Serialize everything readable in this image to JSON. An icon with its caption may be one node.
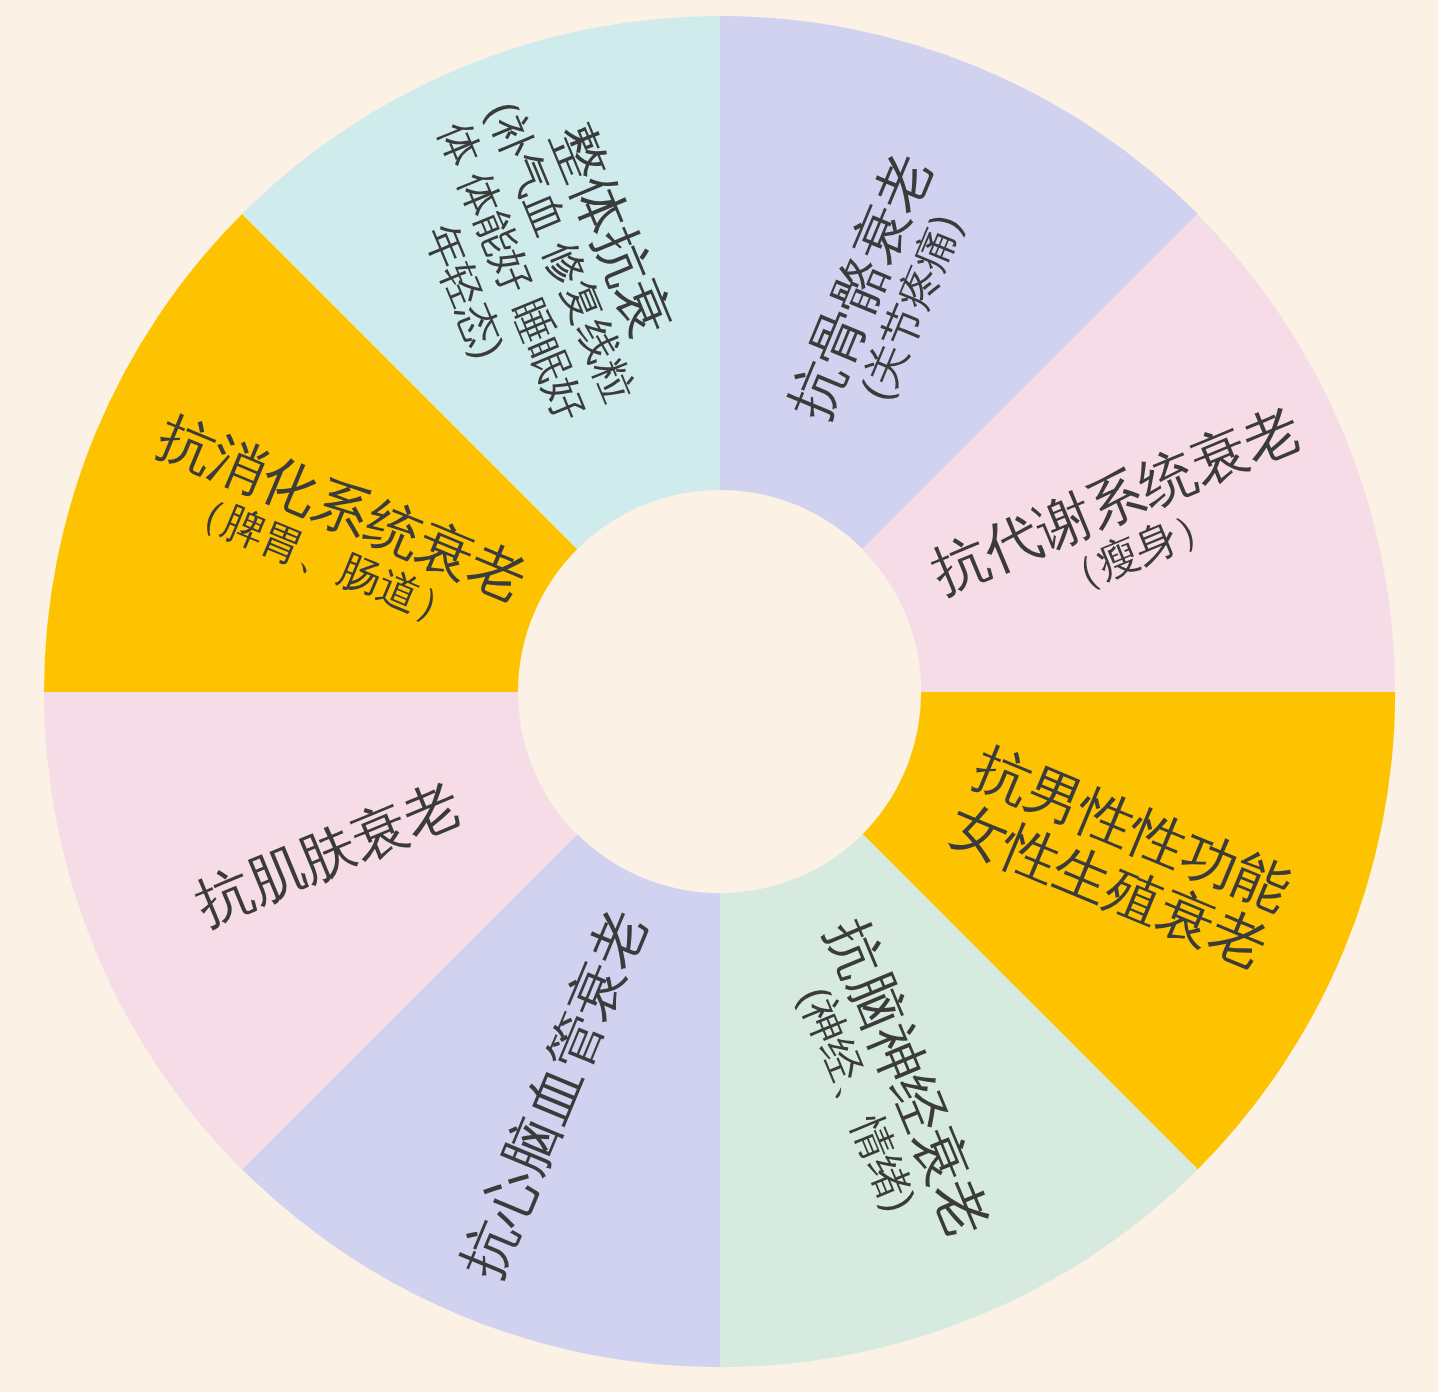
{
  "diagram": {
    "nodes": [
      {
        "text": [
          "整体抗衰",
          "(补气血 修复线粒体 体能好 睡眠好年轻态)"
        ]
      },
      {
        "text": [
          "抗骨骼衰老",
          "(关节疼痛)"
        ]
      },
      {
        "text": [
          "抗代谢系统衰老",
          "（瘦身）"
        ]
      },
      {
        "text": [
          "抗男性性功能女性生殖衰老"
        ]
      },
      {
        "text": [
          "抗脑神经衰老",
          "(神经、情绪)"
        ]
      },
      {
        "text": [
          "抗心脑血管衰老"
        ]
      },
      {
        "text": [
          "抗肌肤衰老"
        ]
      },
      {
        "text": [
          "抗消化系统衰老",
          "（脾胃、肠道）"
        ]
      }
    ]
  }
}
